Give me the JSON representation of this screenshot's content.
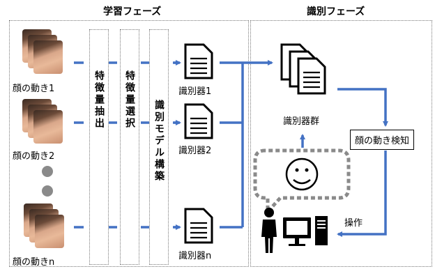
{
  "learning_phase_title": "学習フェーズ",
  "recognition_phase_title": "識別フェーズ",
  "face_labels": [
    "顔の動き1",
    "顔の動き2",
    "顔の動きn"
  ],
  "steps": [
    "特徴量抽出",
    "特徴量選択",
    "識別モデル構築"
  ],
  "classifier_labels": [
    "識別器1",
    "識別器2",
    "識別器n"
  ],
  "classifier_group": "識別器群",
  "face_detection": "顔の動き検知",
  "operation": "操作",
  "colors": {
    "arrow": "#4472c4",
    "border": "#777777"
  }
}
